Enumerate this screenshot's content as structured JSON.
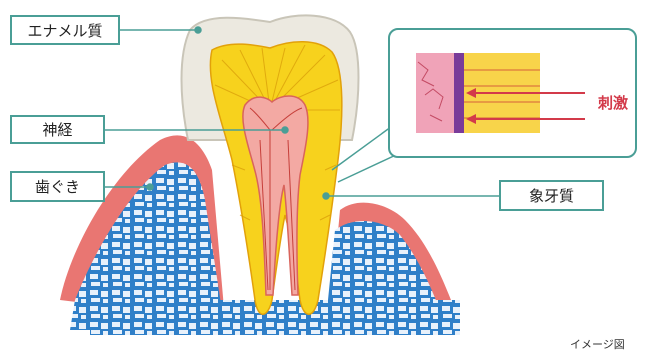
{
  "labels": {
    "enamel": "エナメル質",
    "nerve": "神経",
    "gum": "歯ぐき",
    "dentin": "象牙質",
    "stimulus": "刺激"
  },
  "caption": "イメージ図",
  "colors": {
    "callout_border": "#4a9e96",
    "enamel": "#ece9e0",
    "dentin": "#f6cf1a",
    "pulp": "#f3a9a3",
    "gum": "#e8706d",
    "bone": "#3f8fd4",
    "stimulus_arrow": "#d33a4a"
  }
}
